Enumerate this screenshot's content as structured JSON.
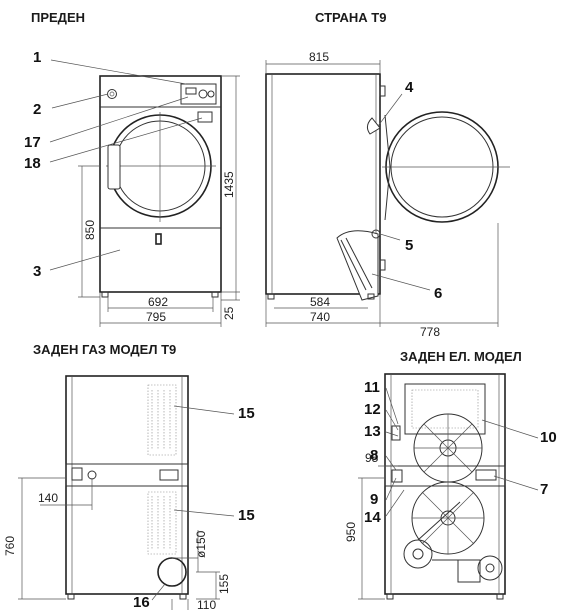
{
  "views": {
    "front_title": "ПРЕДЕН",
    "side_title": "СТРАНА   T9",
    "rear_gas_title": "ЗАДЕН ГАЗ МОДЕЛ  T9",
    "rear_el_title": "ЗАДЕН  ЕЛ. МОДЕЛ"
  },
  "callouts": {
    "c1": "1",
    "c2": "2",
    "c3": "3",
    "c4": "4",
    "c5": "5",
    "c6": "6",
    "c7": "7",
    "c8": "8",
    "c9": "9",
    "c10": "10",
    "c11": "11",
    "c12": "12",
    "c13": "13",
    "c14": "14",
    "c15a": "15",
    "c15b": "15",
    "c16": "16",
    "c17": "17",
    "c18": "18"
  },
  "dimensions": {
    "front_width_inner": "692",
    "front_width_outer": "795",
    "front_height": "1435",
    "front_door_center": "850",
    "front_feet": "25",
    "side_depth_top": "815",
    "side_depth_inner": "584",
    "side_depth_outer": "740",
    "side_door_open": "778",
    "gas_offset_x": "140",
    "gas_height": "760",
    "gas_duct_diameter": "ø150",
    "gas_duct_height": "155",
    "gas_duct_offset": "110",
    "el_height": "950",
    "el_offset": "95"
  }
}
